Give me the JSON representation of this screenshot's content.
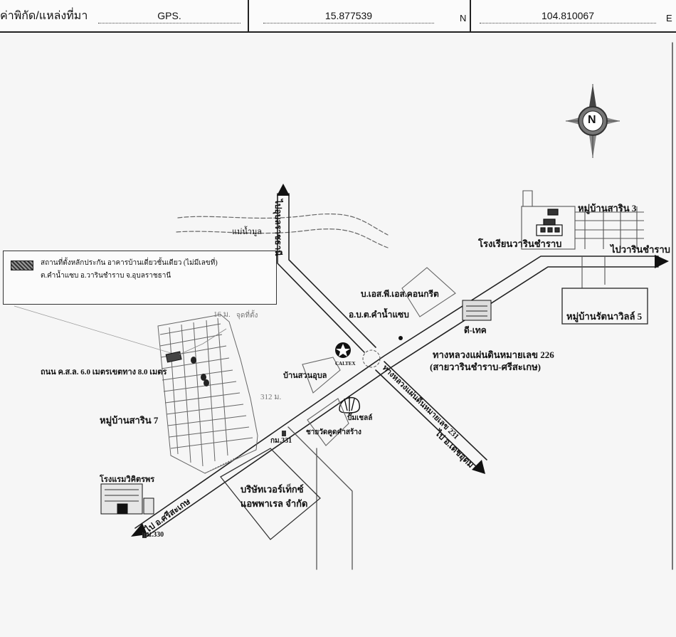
{
  "header": {
    "coord_label": "ค่าพิกัด/แหล่งที่มา",
    "source": "GPS.",
    "latitude": "15.877539",
    "lat_unit": "N",
    "longitude": "104.810067",
    "lon_unit": "E"
  },
  "legend": {
    "line1": "สถานที่ตั้งหลักประกัน อาคารบ้านเดี่ยวชั้นเดียว (ไม่มีเลขที่)",
    "line2": "ต.คำน้ำแซบ อ.วารินชำราบ จ.อุบลราชธานี"
  },
  "compass": {
    "letter": "N"
  },
  "labels": {
    "to_ubon": "ไปอุบลราชธานี",
    "river": "แม่น้ำมูล",
    "village3": "หมู่บ้านสาริน 3",
    "school": "โรงเรียนวารินชำราบ",
    "to_warin": "ไปวารินชำราบ",
    "pts": "บ.เอส.พี.เอส.คอนกรีต",
    "obt": "อ.บ.ต.คำน้ำแซบ",
    "village5": "หมู่บ้านรัตนาวิลล์ 5",
    "dtech": "ดี-เทค",
    "hw226_1": "ทางหลวงแผ่นดินหมายเลข 226",
    "hw226_2": "(สายวารินชำราบ-ศรีสะเกษ)",
    "dist_16": "16 ม.",
    "asset": "จุดที่ตั้ง",
    "caltex": "CALTEX",
    "road_note": "ถนน ค.ส.ล. 6.0 เมตรเขตทาง 8.0 เมตร",
    "house_suan": "บ้านสวนอุบล",
    "dist_312": "312 ม.",
    "hw231": "ทางหลวงแผ่นดินหมายเลข 231",
    "dechudom": "ไป อ.เดชอุดม",
    "village7": "หมู่บ้านสาริน 7",
    "shell": "ปั๊มเชลล์",
    "wat": "ชายวัดคูดคำสร้าง",
    "km331": "กม.331",
    "hotel": "โรงแรมวิคิตรพร",
    "company1": "บริษัทเวอร์เท็กซ์",
    "company2": "แอพพาเรล จำกัด",
    "sisaket": "ไป อ.ศรีสะเกษ",
    "km330": "กม.330"
  }
}
